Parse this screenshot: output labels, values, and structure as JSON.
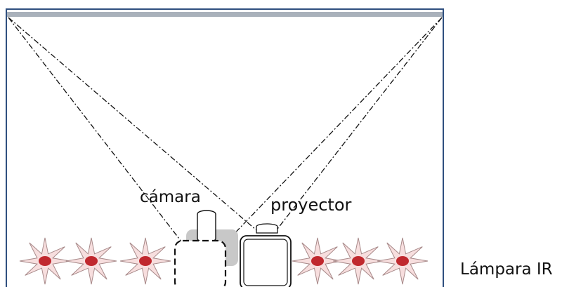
{
  "labels": {
    "camera": "cámara",
    "projector": "proyector",
    "lamp": "Lámpara IR"
  },
  "colors": {
    "frame": "#2f4f7f",
    "screen_bar": "#a9b1bb",
    "ray": "#111111",
    "lamp_petal_fill": "#f7dede",
    "lamp_petal_stroke": "#a88a8a",
    "lamp_center": "#c0282e",
    "camera_shadow": "#c8c8c8"
  },
  "icons": {
    "lamp": "ir-lamp-star-icon",
    "camera": "camera-icon",
    "projector": "projector-icon"
  }
}
